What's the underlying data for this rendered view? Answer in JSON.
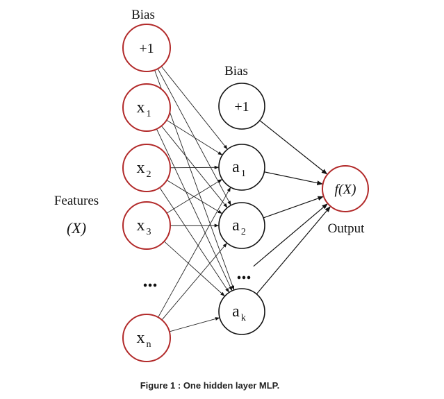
{
  "labels": {
    "bias_input": "Bias",
    "bias_hidden": "Bias",
    "features": "Features",
    "features_symbol": "(X)",
    "output": "Output",
    "caption": "Figure 1 : One hidden layer MLP."
  },
  "input_nodes": [
    {
      "main": "+1",
      "sub": ""
    },
    {
      "main": "x",
      "sub": "1"
    },
    {
      "main": "x",
      "sub": "2"
    },
    {
      "main": "x",
      "sub": "3"
    },
    {
      "main": "x",
      "sub": "n"
    }
  ],
  "hidden_nodes": [
    {
      "main": "+1",
      "sub": ""
    },
    {
      "main": "a",
      "sub": "1"
    },
    {
      "main": "a",
      "sub": "2"
    },
    {
      "main": "a",
      "sub": "k"
    }
  ],
  "output_node": {
    "main": "f(X)"
  },
  "ellipsis": "...",
  "colors": {
    "input_stroke": "#b22a2a",
    "hidden_stroke": "#111111",
    "output_stroke": "#b22a2a"
  }
}
